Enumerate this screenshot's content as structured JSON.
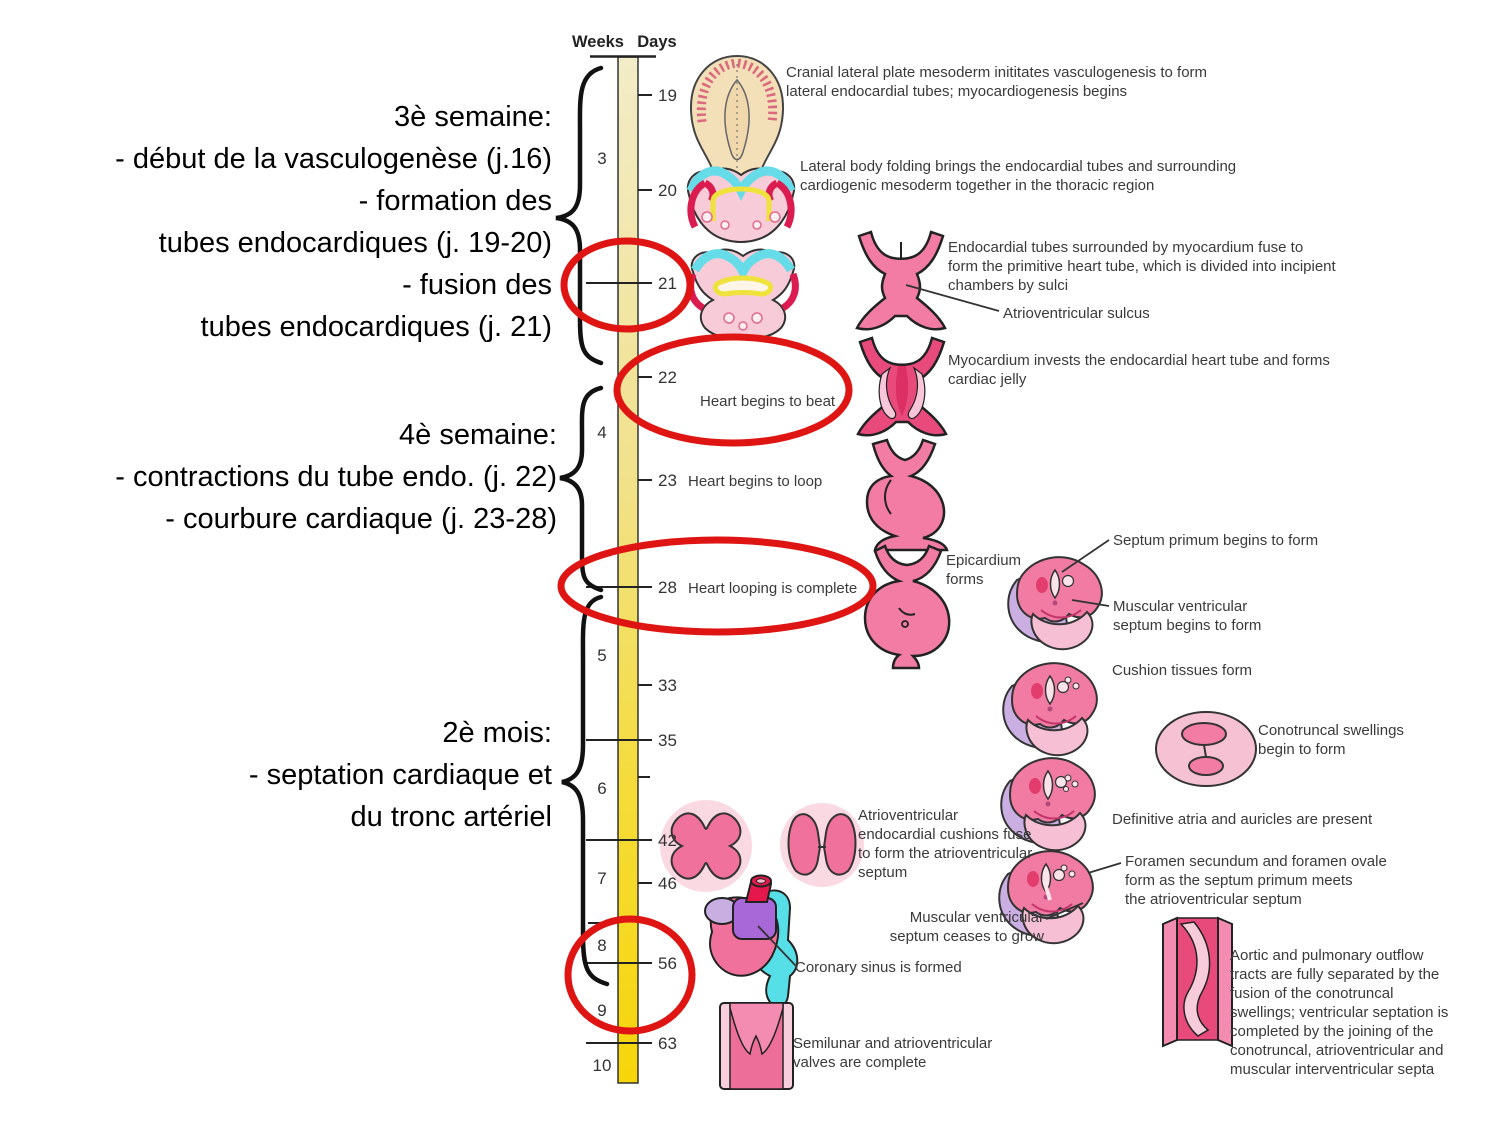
{
  "title": "Cardiac development timeline diagram",
  "timeline": {
    "weeks_header": "Weeks",
    "days_header": "Days",
    "weeks": [
      "3",
      "4",
      "5",
      "6",
      "7",
      "8",
      "9",
      "10"
    ],
    "days": [
      "19",
      "20",
      "21",
      "22",
      "23",
      "28",
      "33",
      "35",
      "42",
      "46",
      "56",
      "63"
    ]
  },
  "french": {
    "week3": "3è semaine:\n- début de la vasculogenèse (j.16)\n- formation des\ntubes endocardiques (j. 19-20)\n- fusion des\ntubes endocardiques (j. 21)",
    "week4": "4è semaine:\n- contractions du tube endo. (j. 22)\n- courbure cardiaque (j. 23-28)",
    "month2": "2è mois:\n- septation cardiaque et\ndu tronc artériel"
  },
  "english": {
    "cranial": "Cranial lateral plate mesoderm inititates vasculogenesis to form\nlateral endocardial tubes; myocardiogenesis begins",
    "lateral_folding": "Lateral body folding brings the endocardial tubes and surrounding\ncardiogenic mesoderm together in the thoracic region",
    "endocardial_fuse": "Endocardial tubes surrounded by myocardium fuse to\nform the primitive heart tube, which is divided into incipient\nchambers by sulci",
    "av_sulcus": "Atrioventricular sulcus",
    "myocardium_invests": "Myocardium invests the endocardial heart tube and forms\ncardiac jelly",
    "heart_beat": "Heart begins to beat",
    "heart_loop": "Heart begins to loop",
    "heart_loop_complete": "Heart looping is complete",
    "epicardium": "Epicardium\nforms",
    "septum_primum": "Septum primum begins to form",
    "muscular_begins": "Muscular ventricular\nseptum begins to form",
    "cushion": "Cushion tissues form",
    "conotruncal": "Conotruncal swellings\nbegin to form",
    "definitive_atria": "Definitive atria and auricles are present",
    "av_cushions": "Atrioventricular\nendocardial cushions fuse\nto form the atrioventricular\nseptum",
    "foramen": "Foramen secundum and foramen ovale\nform as the septum primum meets\nthe atrioventricular septum",
    "muscular_ceases": "Muscular ventricular\nseptum ceases to grow",
    "coronary": "Coronary sinus is formed",
    "aortic_outflow": "Aortic and pulmonary outflow\ntracts are fully separated by the\nfusion of the conotruncal\nswellings; ventricular septation is\ncompleted by the joining of the\nconotruncal, atrioventricular and\nmuscular interventricular septa",
    "semilunar": "Semilunar and atrioventricular\nvalves are complete"
  },
  "colors": {
    "highlight_red": "#DE1512",
    "timeline_yellow_top": "#F2ECC8",
    "timeline_yellow_bottom": "#F6D509",
    "pink": "#F17BA3",
    "deep_pink": "#E84A7C",
    "pale_pink": "#F6BFD3",
    "cyan": "#57DFE8",
    "lavender": "#C9AEE2",
    "purple": "#A968D8",
    "red": "#E5184E",
    "yellow": "#EFE23C",
    "cream": "#F3DFB8"
  }
}
